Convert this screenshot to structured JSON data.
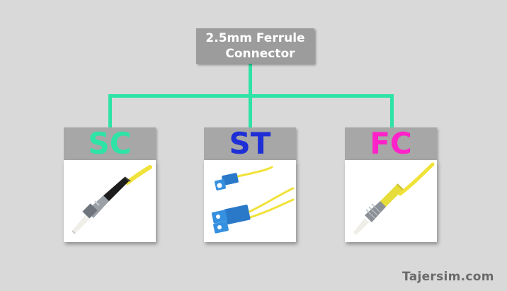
{
  "root": {
    "title_line1": "2.5mm Ferrule",
    "title_line2": "Connector"
  },
  "connectors": [
    {
      "label": "SC",
      "color": "#2ee3a6",
      "image": "st-connector-photo"
    },
    {
      "label": "ST",
      "color": "#1e2fd6",
      "image": "sc-connector-photo"
    },
    {
      "label": "FC",
      "color": "#ff22c8",
      "image": "fc-connector-photo"
    }
  ],
  "line_color": "#2ee3a6",
  "watermark": "Tajersim.com"
}
